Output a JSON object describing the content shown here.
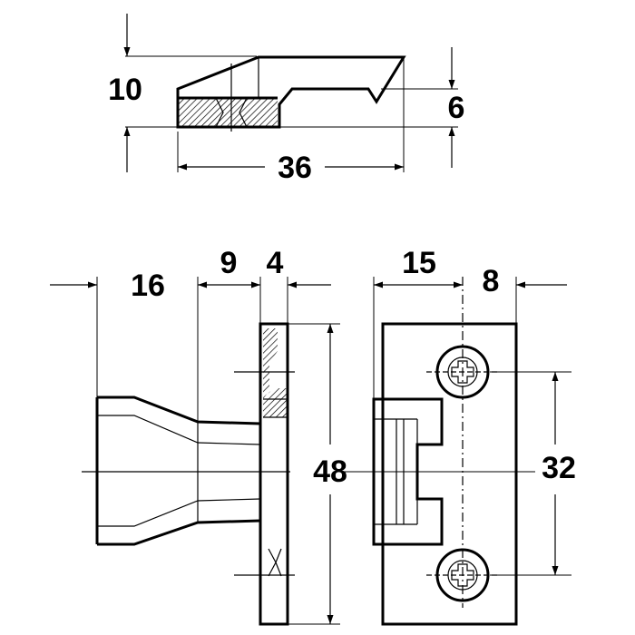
{
  "dimensions": {
    "top_height": "10",
    "top_step": "6",
    "top_length": "36",
    "side_depth": "16",
    "side_neck": "9",
    "side_plate": "4",
    "side_height": "48",
    "front_offset": "15",
    "front_edge": "8",
    "hole_spacing": "32"
  },
  "colors": {
    "line": "#000000",
    "background": "#ffffff"
  }
}
